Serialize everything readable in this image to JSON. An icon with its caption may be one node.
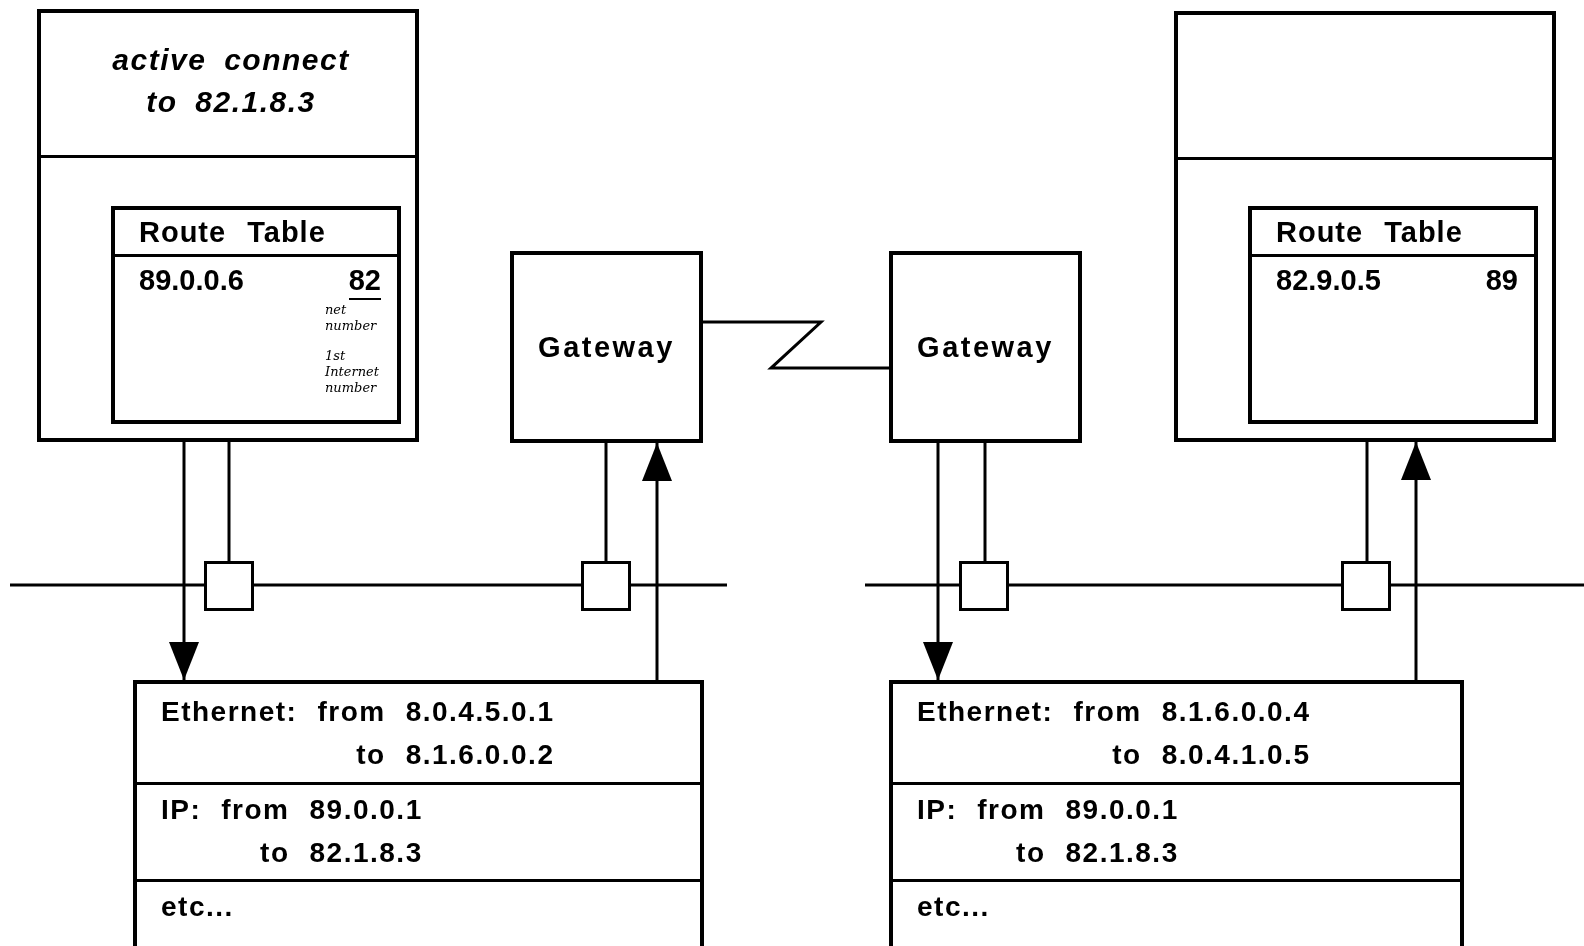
{
  "diagram": {
    "nodes": [
      {
        "text": [
          "active connect to 82.1.8.3"
        ]
      },
      {
        "text": [
          "Route Table",
          "89.0.0.6",
          "82",
          "net number",
          "1st Internet number"
        ],
        "in": 0
      },
      {
        "text": [
          "Gateway"
        ]
      },
      {
        "text": [
          "Gateway"
        ]
      },
      {
        "text": [],
        "shape": "box"
      },
      {
        "text": [
          "Route Table",
          "82.9.0.5",
          "89"
        ],
        "in": 4
      },
      {
        "text": [],
        "shape": "box"
      },
      {
        "text": [],
        "shape": "box"
      },
      {
        "text": [],
        "shape": "box"
      },
      {
        "text": [],
        "shape": "box"
      },
      {
        "text": [
          "Ethernet: from 8.0.4.5.0.1 to 8.1.6.0.0.2",
          "IP: from 89.0.0.1 to 82.1.8.3",
          "etc..."
        ]
      },
      {
        "text": [
          "Ethernet: from 8.1.6.0.0.4 to 8.0.4.1.0.5",
          "IP: from 89.0.0.1 to 82.1.8.3",
          "etc..."
        ]
      }
    ],
    "edges": [
      {
        "from": 0,
        "to": 10,
        "arrow": "to"
      },
      {
        "from": 0,
        "to": 6,
        "arrow": "none"
      },
      {
        "from": 2,
        "to": 7,
        "arrow": "none"
      },
      {
        "from": 10,
        "to": 2,
        "arrow": "to"
      },
      {
        "from": 2,
        "to": 3,
        "arrow": "none"
      },
      {
        "from": 3,
        "to": 11,
        "arrow": "to"
      },
      {
        "from": 3,
        "to": 8,
        "arrow": "none"
      },
      {
        "from": 4,
        "to": 9,
        "arrow": "none"
      },
      {
        "from": 11,
        "to": 4,
        "arrow": "to"
      }
    ]
  }
}
